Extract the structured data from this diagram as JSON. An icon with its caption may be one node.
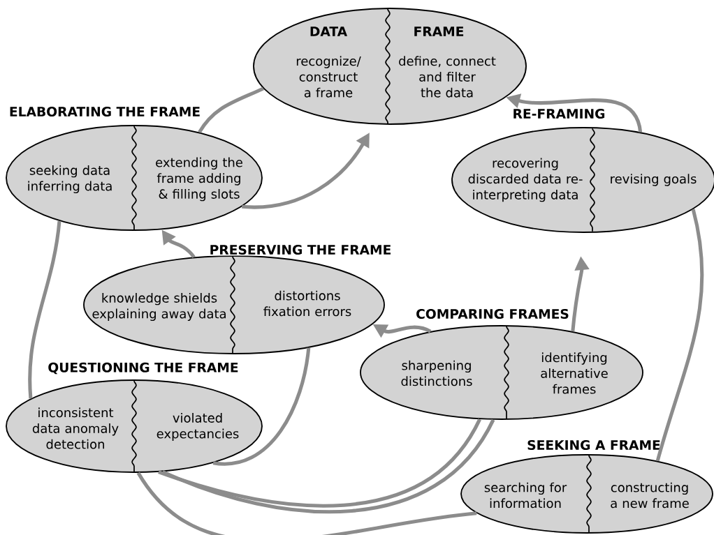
{
  "diagram": {
    "nodes": [
      {
        "text": [
          "DATA",
          "recognize/ construct a frame",
          "FRAME",
          "define, connect and filter the data"
        ]
      },
      {
        "text": [
          "ELABORATING THE FRAME",
          "seeking data inferring data",
          "extending the frame adding & filling slots"
        ]
      },
      {
        "text": [
          "RE-FRAMING",
          "recovering discarded data re-interpreting data",
          "revising goals"
        ]
      },
      {
        "text": [
          "PRESERVING THE FRAME",
          "knowledge shields explaining away data",
          "distortions fixation errors"
        ]
      },
      {
        "text": [
          "COMPARING FRAMES",
          "sharpening distinctions",
          "identifying alternative frames"
        ]
      },
      {
        "text": [
          "QUESTIONING THE FRAME",
          "inconsistent data anomaly detection",
          "violated expectancies"
        ]
      },
      {
        "text": [
          "SEEKING A FRAME",
          "searching for information",
          "constructing a new frame"
        ]
      }
    ],
    "edges": [
      {
        "from": 0,
        "to": 1,
        "arrow": "none"
      },
      {
        "from": 1,
        "to": 0,
        "arrow": "to"
      },
      {
        "from": 2,
        "to": 0,
        "arrow": "to"
      },
      {
        "from": 3,
        "to": 1,
        "arrow": "to"
      },
      {
        "from": 4,
        "to": 3,
        "arrow": "to"
      },
      {
        "from": 4,
        "to": 2,
        "arrow": "to"
      },
      {
        "from": 2,
        "to": 6,
        "arrow": "none"
      },
      {
        "from": 1,
        "to": 5,
        "arrow": "none"
      },
      {
        "from": 3,
        "to": 5,
        "arrow": "none"
      },
      {
        "from": 4,
        "to": 5,
        "arrow": "none"
      },
      {
        "from": 4,
        "to": 5,
        "arrow": "none"
      },
      {
        "from": 5,
        "to": 6,
        "arrow": "none"
      }
    ]
  }
}
